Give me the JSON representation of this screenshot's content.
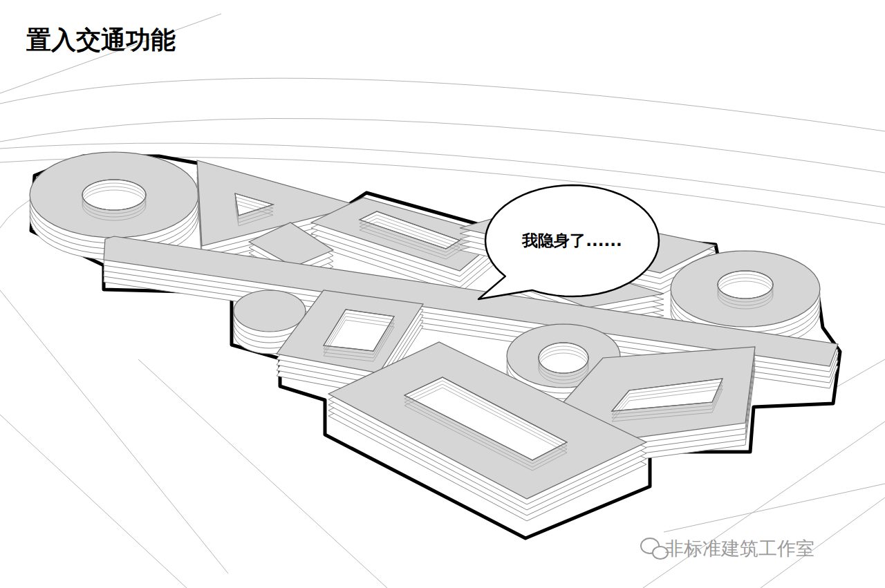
{
  "diagram": {
    "title": "置入交通功能",
    "nodes": [
      {
        "text": [
          "我隐身了......"
        ]
      }
    ],
    "labels": [
      "非标准建筑工作室"
    ]
  }
}
